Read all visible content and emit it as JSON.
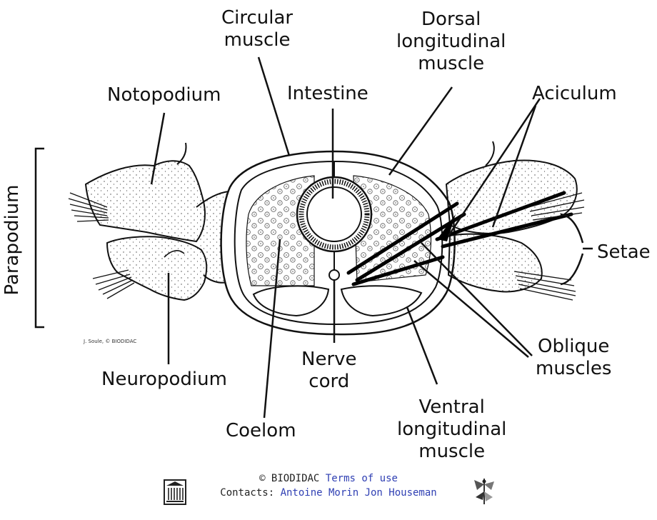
{
  "labels": {
    "circular_muscle": [
      "Circular",
      "muscle"
    ],
    "dorsal_longitudinal_muscle": [
      "Dorsal",
      "longitudinal",
      "muscle"
    ],
    "notopodium": "Notopodium",
    "intestine": "Intestine",
    "aciculum": "Aciculum",
    "parapodium": "Parapodium",
    "setae": "Setae",
    "neuropodium": "Neuropodium",
    "nerve_cord": [
      "Nerve",
      "cord"
    ],
    "oblique_muscles": [
      "Oblique",
      "muscles"
    ],
    "coelom": "Coelom",
    "ventral_longitudinal_muscle": [
      "Ventral",
      "longitudinal",
      "muscle"
    ]
  },
  "credit": "J. Soule, © BIODIDAC",
  "footer": {
    "copyright": "© BIODIDAC ",
    "terms_link": "Terms of use",
    "contacts_label": "Contacts: ",
    "contact_1": "Antoine Morin",
    "contact_2": "Jon Houseman"
  },
  "colors": {
    "ink": "#111111",
    "link": "#2f3fb3"
  }
}
